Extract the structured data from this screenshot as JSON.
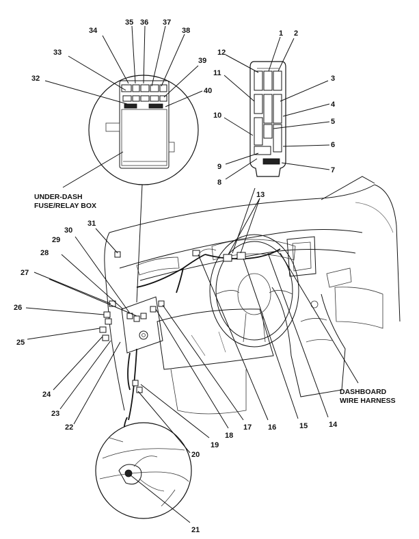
{
  "captions": {
    "fuse_box_line1": "UNDER-DASH",
    "fuse_box_line2": "FUSE/RELAY BOX",
    "harness_line1": "DASHBOARD",
    "harness_line2": "WIRE HARNESS"
  },
  "callouts": [
    "1",
    "2",
    "3",
    "4",
    "5",
    "6",
    "7",
    "8",
    "9",
    "10",
    "11",
    "12",
    "13",
    "14",
    "15",
    "16",
    "17",
    "18",
    "19",
    "20",
    "21",
    "22",
    "23",
    "24",
    "25",
    "26",
    "27",
    "28",
    "29",
    "30",
    "31",
    "32",
    "33",
    "34",
    "35",
    "36",
    "37",
    "38",
    "39",
    "40"
  ]
}
